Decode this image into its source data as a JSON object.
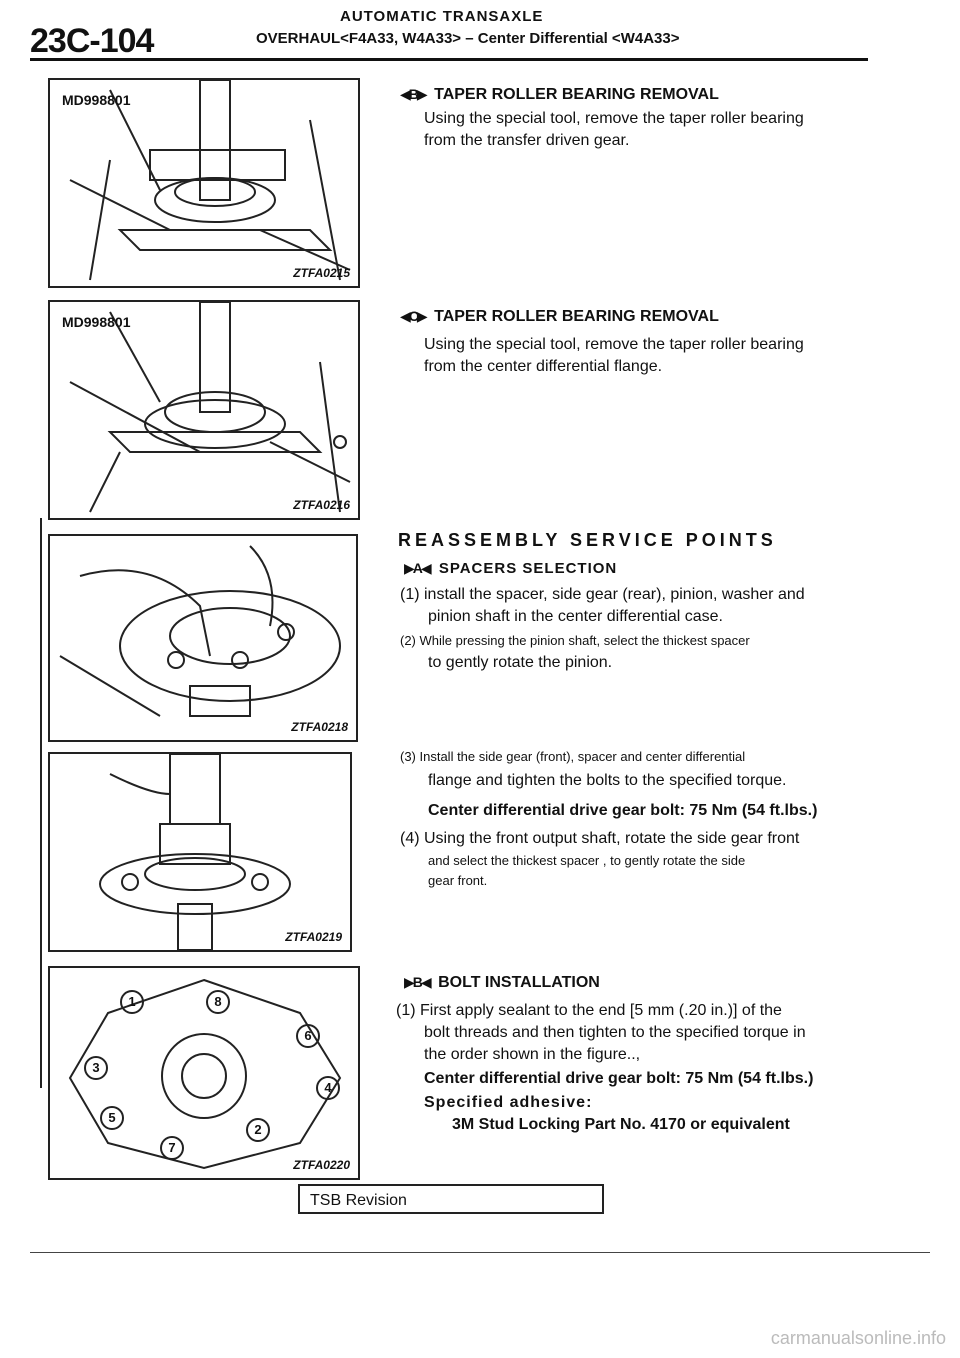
{
  "header": {
    "page_number": "23C-104",
    "line1": "AUTOMATIC TRANSAXLE",
    "line2": "OVERHAUL<F4A33, W4A33> – Center Differential <W4A33>"
  },
  "figures": [
    {
      "tool": "MD998801",
      "id": "ZTFA0215"
    },
    {
      "tool": "MD998801",
      "id": "ZTFA0216"
    },
    {
      "tool": "",
      "id": "ZTFA0218"
    },
    {
      "tool": "",
      "id": "ZTFA0219"
    },
    {
      "tool": "",
      "id": "ZTFA0220",
      "numbers": [
        "1",
        "8",
        "6",
        "3",
        "4",
        "5",
        "2",
        "7"
      ]
    }
  ],
  "sections": {
    "b_removal": {
      "marker": "◀B▶",
      "title": "TAPER ROLLER BEARING REMOVAL",
      "line1": "Using the special tool, remove the taper roller bearing",
      "line2": "from the transfer driven gear."
    },
    "c_removal": {
      "marker": "◀C▶",
      "title": "TAPER ROLLER BEARING REMOVAL",
      "line1": "Using the special tool, remove the taper roller bearing",
      "line2": "from the center differential flange."
    },
    "reassembly": {
      "title": "REASSEMBLY SERVICE POINTS"
    },
    "a_spacers": {
      "marker": "▶A◀",
      "title": "SPACERS SELECTION",
      "s1a": "(1) install the spacer, side gear (rear), pinion, washer and",
      "s1b": "pinion shaft in the center differential case.",
      "s2a": "(2) While pressing the pinion shaft, select the thickest spacer",
      "s2b": "to gently rotate the pinion.",
      "s3a": "(3) Install the side gear (front), spacer and center differential",
      "s3b": "flange and tighten the bolts to the specified torque.",
      "torque": "Center differential drive gear bolt: 75 Nm (54 ft.lbs.)",
      "s4a": "(4) Using the front output shaft, rotate the side gear front",
      "s4b": "and select the thickest spacer , to gently rotate the side",
      "s4c": "gear front."
    },
    "b_install": {
      "marker": "▶B◀",
      "title": "BOLT INSTALLATION",
      "s1a": "(1) First apply sealant to the end [5 mm (.20 in.)] of the",
      "s1b": "bolt threads and then tighten to the specified torque in",
      "s1c": "the order shown in the figure..,",
      "torque": "Center differential drive gear bolt: 75 Nm (54 ft.lbs.)",
      "adhesive_label": "Specified adhesive:",
      "adhesive": "3M Stud Locking Part No. 4170 or equivalent"
    }
  },
  "footer_box": "TSB Revision",
  "watermark": "carmanualsonline.info"
}
